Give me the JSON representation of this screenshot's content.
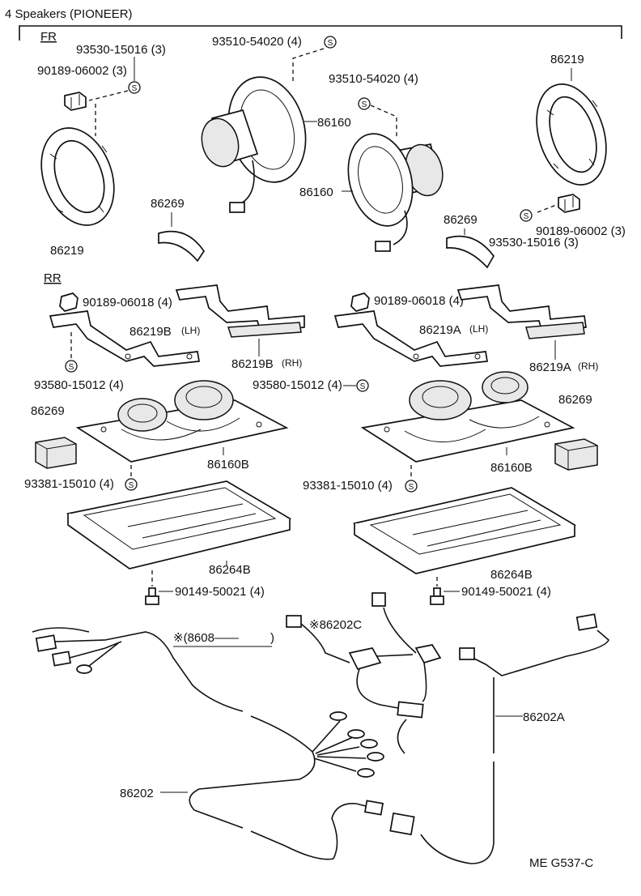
{
  "header": {
    "title": "4 Speakers  (PIONEER)"
  },
  "sections": {
    "front": "FR",
    "rear": "RR"
  },
  "s_mark": "S",
  "labels": {
    "fr_screw_left": "93530-15016 (3)",
    "fr_clip_left": "90189-06002 (3)",
    "fr_screw_spk1": "93510-54020 (4)",
    "fr_screw_spk2": "93510-54020 (4)",
    "fr_speaker_1": "86160",
    "fr_speaker_2": "86160",
    "fr_ring_right": "86219",
    "fr_ring_left": "86219",
    "fr_pad_1": "86269",
    "fr_pad_2": "86269",
    "fr_clip_right": "90189-06002 (3)",
    "fr_screw_right": "93530-15016 (3)",
    "rr_clip_left": "90189-06018 (4)",
    "rr_clip_right": "90189-06018 (4)",
    "rr_bracket_lh_b": "86219B",
    "rr_bracket_lh_b_side": "(LH)",
    "rr_bracket_rh_b": "86219B",
    "rr_bracket_rh_b_side": "(RH)",
    "rr_bracket_lh_a": "86219A",
    "rr_bracket_lh_a_side": "(LH)",
    "rr_bracket_rh_a": "86219A",
    "rr_bracket_rh_a_side": "(RH)",
    "rr_screw_left": "93580-15012 (4)",
    "rr_screw_right": "93580-15012 (4)",
    "rr_pad_left": "86269",
    "rr_pad_right": "86269",
    "rr_speaker_left": "86160B",
    "rr_speaker_right": "86160B",
    "rr_screw_b_left": "93381-15010 (4)",
    "rr_screw_b_right": "93381-15010 (4)",
    "rr_cover_left": "86264B",
    "rr_cover_right": "86264B",
    "rr_bolt_left": "90149-50021 (4)",
    "rr_bolt_right": "90149-50021 (4)",
    "wire_note": "※(8608——",
    "wire_note_close": ")",
    "wire_86202c": "※86202C",
    "wire_86202a": "86202A",
    "wire_86202": "86202"
  },
  "footer": {
    "code": "ME  G537-C"
  }
}
